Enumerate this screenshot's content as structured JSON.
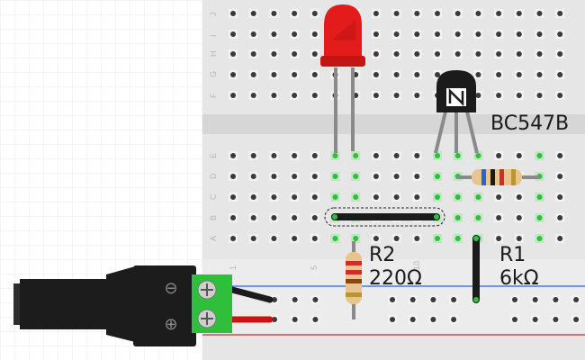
{
  "breadboard": {
    "row_letters_top": [
      "J",
      "I",
      "H",
      "G",
      "F"
    ],
    "row_letters_bottom": [
      "E",
      "D",
      "C",
      "B",
      "A"
    ],
    "column_numbers": [
      "1",
      "5",
      "10"
    ],
    "colors": {
      "board": "#e6e6e6",
      "hole": "#3a3a3a",
      "active_hole": "#2fbf3a",
      "rail_blue": "#2a63d8",
      "rail_red": "#d22b2b"
    }
  },
  "components": {
    "transistor": {
      "label": "BC547B",
      "icon": "npn-transistor-icon"
    },
    "resistor_r1": {
      "name": "R1",
      "value": "6kΩ"
    },
    "resistor_r2": {
      "name": "R2",
      "value": "220Ω"
    },
    "led": {
      "color": "#e31b1b",
      "icon": "led-icon"
    },
    "power_jack": {
      "minus_symbol": "⊖",
      "plus_symbol": "⊕",
      "terminal_color": "#2fbf3a"
    }
  }
}
